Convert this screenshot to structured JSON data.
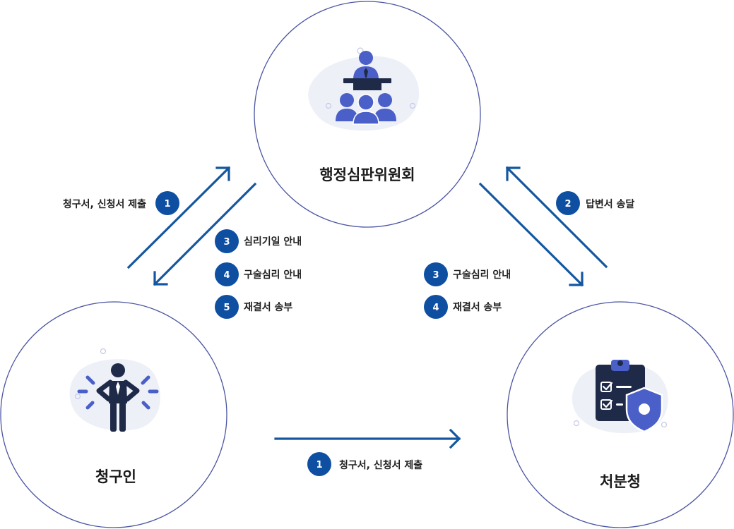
{
  "colors": {
    "circle_border": "#4b55a3",
    "arrow": "#1457a0",
    "badge": "#0f4fa1",
    "icon_blob": "#eef0f8",
    "icon_dark": "#1e2a47",
    "icon_accent": "#4a5fc8"
  },
  "nodes": {
    "committee": {
      "title": "행정심판위원회",
      "icon": "meeting-presenter-icon"
    },
    "claimant": {
      "title": "청구인",
      "icon": "confused-person-icon"
    },
    "agency": {
      "title": "처분청",
      "icon": "clipboard-shield-icon"
    }
  },
  "steps": {
    "claimant_to_committee": {
      "num": "1",
      "label": "청구서, 신청서 제출"
    },
    "committee_to_claimant": [
      {
        "num": "3",
        "label": "심리기일 안내"
      },
      {
        "num": "4",
        "label": "구술심리 안내"
      },
      {
        "num": "5",
        "label": "재결서 송부"
      }
    ],
    "agency_to_committee": {
      "num": "2",
      "label": "답변서 송달"
    },
    "committee_to_agency": [
      {
        "num": "3",
        "label": "구술심리 안내"
      },
      {
        "num": "4",
        "label": "재결서 송부"
      }
    ],
    "claimant_to_agency": {
      "num": "1",
      "label": "청구서, 신청서 제출"
    }
  }
}
